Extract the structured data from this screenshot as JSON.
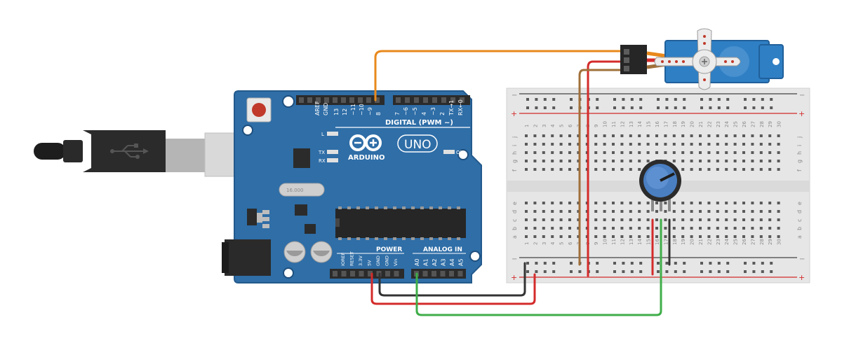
{
  "board": {
    "logo_text": "ARDUINO",
    "model": "UNO",
    "crystal_label": "16.000",
    "header_labels": {
      "digital": "DIGITAL (PWM ~)",
      "power": "POWER",
      "analog": "ANALOG IN",
      "aref": "AREF",
      "gnd": "GND",
      "on": "ON",
      "l": "L",
      "tx": "TX",
      "rx": "RX"
    },
    "digital_pins": [
      "13",
      "12",
      "~11",
      "~10",
      "~9",
      "8",
      "7",
      "~6",
      "~5",
      "4",
      "~3",
      "2",
      "TX→1",
      "RX←0"
    ],
    "power_pins": [
      "IOREF",
      "RESET",
      "3.3V",
      "5V",
      "GND",
      "GND",
      "Vin"
    ],
    "analog_pins": [
      "A0",
      "A1",
      "A2",
      "A3",
      "A4",
      "A5"
    ]
  },
  "breadboard": {
    "row_letters_top": [
      "j",
      "i",
      "h",
      "g",
      "f"
    ],
    "row_letters_bottom": [
      "e",
      "d",
      "c",
      "b",
      "a"
    ],
    "minus": "−",
    "plus": "+",
    "columns": 30
  },
  "wires": {
    "signal_color": "#e8891c",
    "power_color": "#d42b2b",
    "ground_color": "#333333",
    "analog_color": "#3fae49",
    "servo_ground_color": "#a0703a"
  }
}
